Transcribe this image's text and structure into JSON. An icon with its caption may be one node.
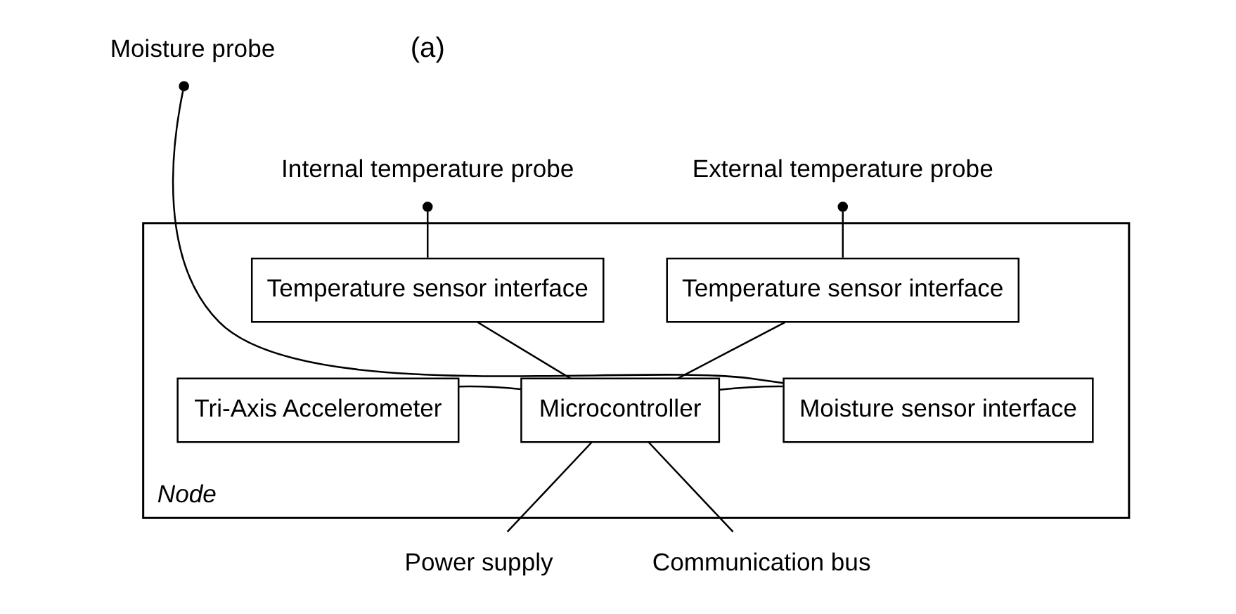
{
  "diagram": {
    "nodes": [
      {
        "text": [
          "Node"
        ]
      },
      {
        "text": [
          "Internal temperature probe"
        ]
      },
      {
        "text": [
          "External temperature probe"
        ]
      },
      {
        "text": [
          "Temperature sensor interface"
        ],
        "in": 0
      },
      {
        "text": [
          "Temperature sensor interface"
        ],
        "in": 0
      },
      {
        "text": [
          "Tri-Axis Accelerometer"
        ],
        "in": 0
      },
      {
        "text": [
          "Microcontroller"
        ],
        "in": 0
      },
      {
        "text": [
          "Moisture sensor interface"
        ],
        "in": 0
      },
      {
        "text": [
          "Moisture probe"
        ]
      },
      {
        "text": [
          "Power supply"
        ]
      },
      {
        "text": [
          "Communication bus"
        ]
      }
    ],
    "edges": [
      {
        "from": 1,
        "to": 3,
        "arrow": "other"
      },
      {
        "from": 2,
        "to": 4,
        "arrow": "other"
      },
      {
        "from": 3,
        "to": 6,
        "arrow": "none"
      },
      {
        "from": 4,
        "to": 6,
        "arrow": "none"
      },
      {
        "from": 5,
        "to": 6,
        "arrow": "none"
      },
      {
        "from": 6,
        "to": 7,
        "arrow": "none"
      },
      {
        "from": 8,
        "to": 7,
        "arrow": "other"
      },
      {
        "from": 6,
        "to": 9,
        "arrow": "none"
      },
      {
        "from": 6,
        "to": 10,
        "arrow": "none"
      }
    ],
    "labels": [
      "(a)"
    ]
  }
}
